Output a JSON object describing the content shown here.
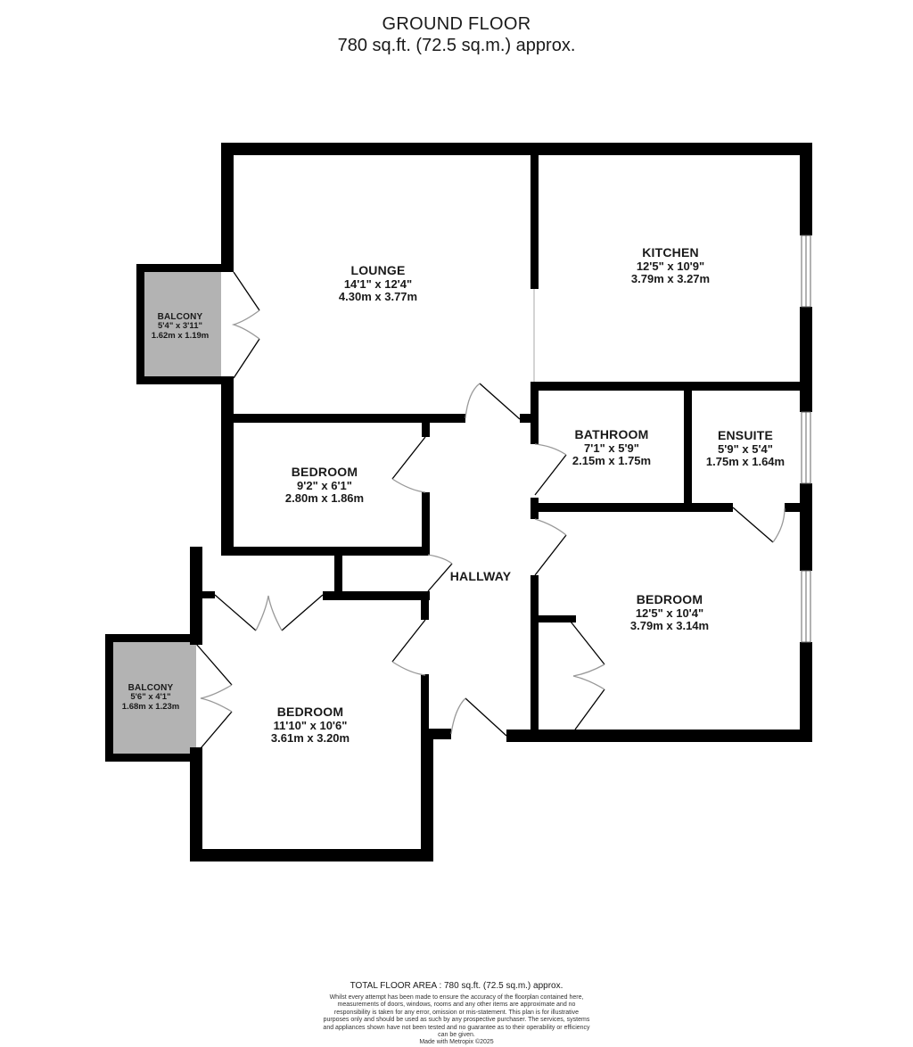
{
  "header": {
    "title": "GROUND FLOOR",
    "area": "780 sq.ft. (72.5 sq.m.) approx."
  },
  "rooms": [
    {
      "id": "lounge",
      "name": "LOUNGE",
      "imperial": "14'1\"  x 12'4\"",
      "metric": "4.30m  x 3.77m"
    },
    {
      "id": "kitchen",
      "name": "KITCHEN",
      "imperial": "12'5\"  x 10'9\"",
      "metric": "3.79m  x 3.27m"
    },
    {
      "id": "balcony_1",
      "name": "BALCONY",
      "imperial": "5'4\"  x 3'11\"",
      "metric": "1.62m  x 1.19m"
    },
    {
      "id": "bathroom",
      "name": "BATHROOM",
      "imperial": "7'1\"  x 5'9\"",
      "metric": "2.15m  x 1.75m"
    },
    {
      "id": "ensuite",
      "name": "ENSUITE",
      "imperial": "5'9\"  x 5'4\"",
      "metric": "1.75m  x 1.64m"
    },
    {
      "id": "bedroom_small",
      "name": "BEDROOM",
      "imperial": "9'2\"  x 6'1\"",
      "metric": "2.80m  x 1.86m"
    },
    {
      "id": "hallway",
      "name": "HALLWAY"
    },
    {
      "id": "bedroom_right",
      "name": "BEDROOM",
      "imperial": "12'5\"  x 10'4\"",
      "metric": "3.79m  x 3.14m"
    },
    {
      "id": "balcony_2",
      "name": "BALCONY",
      "imperial": "5'6\"  x 4'1\"",
      "metric": "1.68m  x 1.23m"
    },
    {
      "id": "bedroom_bottom",
      "name": "BEDROOM",
      "imperial": "11'10\"  x 10'6\"",
      "metric": "3.61m  x 3.20m"
    }
  ],
  "colors": {
    "wall": "#000000",
    "balcony_fill": "#b3b3b3",
    "door_swing": "#999999",
    "background": "#ffffff"
  },
  "footer": {
    "total": "TOTAL FLOOR AREA : 780 sq.ft. (72.5 sq.m.) approx.",
    "disclaimer": "Whilst every attempt has been made to ensure the accuracy of the floorplan contained here, measurements of doors, windows, rooms and any other items are approximate and no responsibility is taken for any error, omission or mis-statement. This plan is for illustrative purposes only and should be used as such by any prospective purchaser. The services, systems and appliances shown have not been tested and no guarantee as to their operability or efficiency can be given.",
    "credit": "Made with Metropix ©2025"
  }
}
